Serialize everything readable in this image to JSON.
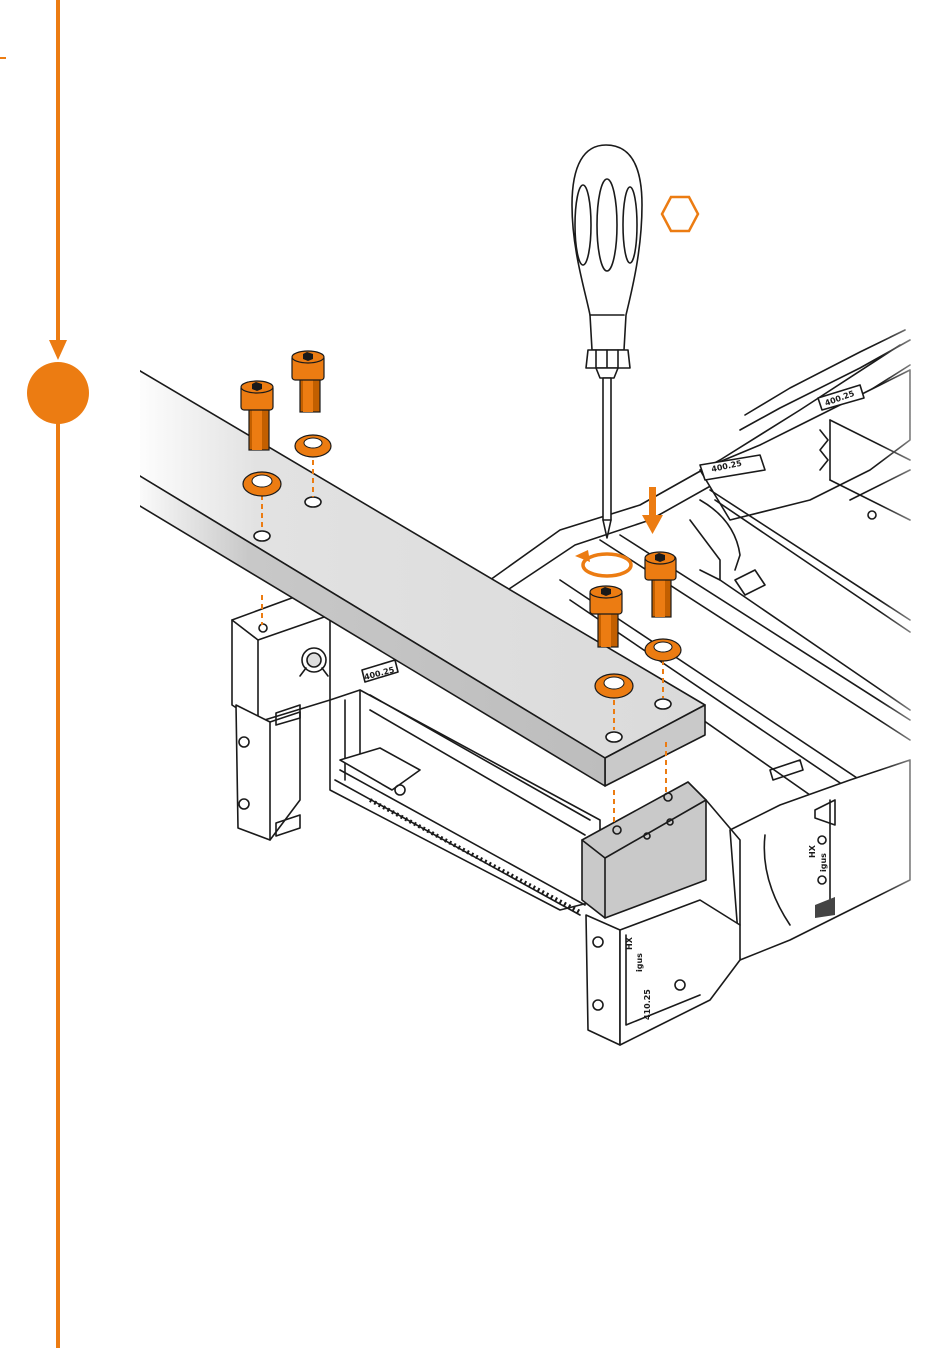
{
  "colors": {
    "accent": "#ec7c12",
    "line": "#1a1a1a",
    "bar_fill": "#dedede"
  },
  "step_indicator": {
    "icon": "step-marker-circle",
    "arrow_icon": "down-arrow-icon"
  },
  "tool": {
    "name_icon": "screwdriver-icon",
    "drive_type_icon": "hexagon-icon"
  },
  "labels": {
    "mark_top_right": "400.25",
    "mark_top_mid": "400.25",
    "mark_front_left": "400.25",
    "mark_bottom": "410.25",
    "side_text_1": "HX",
    "side_text_2": "igus",
    "front_text_1": "HX",
    "front_text_2": "igus"
  },
  "parts": {
    "screw_icon": "screw-icon",
    "washer_icon": "washer-icon",
    "rotate_icon": "rotate-arrow-icon",
    "insert_arrow_icon": "down-arrow-icon"
  }
}
